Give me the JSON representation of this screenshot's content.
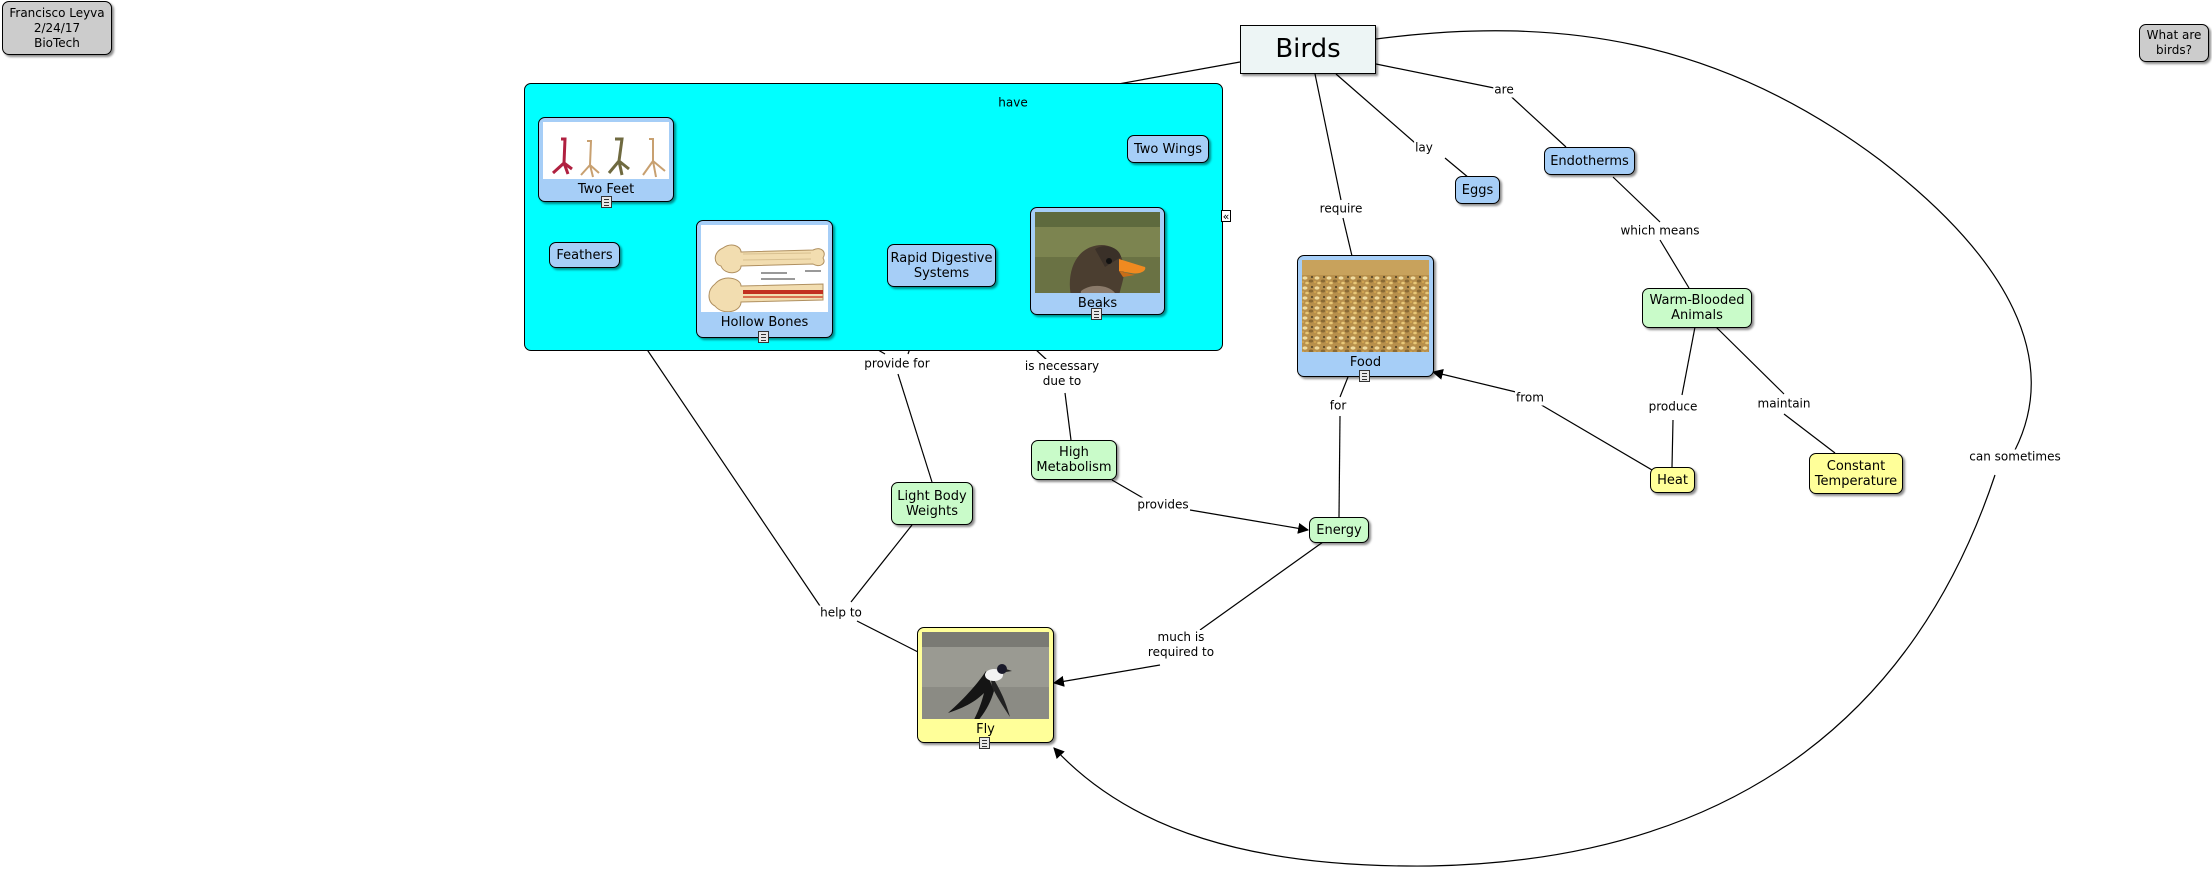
{
  "author_box": "Francisco Leyva\n2/24/17\nBioTech",
  "question_box": "What are\nbirds?",
  "main_concept": "Birds",
  "concepts": {
    "two_feet": "Two Feet",
    "two_wings": "Two Wings",
    "feathers": "Feathers",
    "hollow_bones": "Hollow Bones",
    "rapid_digestive": "Rapid Digestive\nSystems",
    "beaks": "Beaks",
    "eggs": "Eggs",
    "endotherms": "Endotherms",
    "food": "Food",
    "warm_blooded": "Warm-Blooded\nAnimals",
    "high_metabolism": "High\nMetabolism",
    "light_body": "Light Body\nWeights",
    "energy": "Energy",
    "heat": "Heat",
    "constant_temp": "Constant\nTemperature",
    "fly": "Fly"
  },
  "link_phrases": {
    "have": "have",
    "lay": "lay",
    "are": "are",
    "require": "require",
    "which_means": "which means",
    "provide_for": "provide for",
    "is_necessary": "is necessary\ndue to",
    "produce": "produce",
    "maintain": "maintain",
    "from": "from",
    "for": "for",
    "provides": "provides",
    "can_sometimes": "can sometimes",
    "help_to": "help to",
    "much_required": "much is\nrequired to"
  },
  "colors": {
    "group_fill": "#00ffff",
    "blue_node": "#a6cef7",
    "green_node": "#c9fbc9",
    "yellow_node": "#ffff99",
    "grey_node": "#cccccc",
    "title_node": "#edf5f5"
  },
  "icons": [
    "attached-resource-icon",
    "collapse-group-icon"
  ]
}
